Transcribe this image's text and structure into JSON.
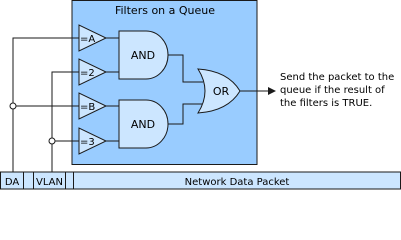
{
  "title": "Filters on a Queue",
  "filters": [
    "=A",
    "=2",
    "=B",
    "=3"
  ],
  "gates": {
    "and_top": "AND",
    "and_bottom": "AND",
    "or": "OR"
  },
  "result_text": [
    "Send the packet to the",
    "queue if the result of",
    "the filters is TRUE."
  ],
  "packet": {
    "da": "DA",
    "vlan": "VLAN",
    "payload": "Network Data Packet"
  },
  "colors": {
    "box_fill": "#99ccff",
    "shape_fill": "#cce6ff",
    "stroke": "#1a1a1a"
  }
}
